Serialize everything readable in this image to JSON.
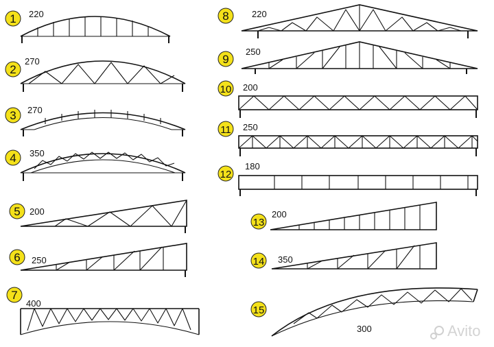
{
  "trusses": [
    {
      "num": "1",
      "span": "220"
    },
    {
      "num": "2",
      "span": "270"
    },
    {
      "num": "3",
      "span": "270"
    },
    {
      "num": "4",
      "span": "350"
    },
    {
      "num": "5",
      "span": "200"
    },
    {
      "num": "6",
      "span": "250"
    },
    {
      "num": "7",
      "span": "400"
    },
    {
      "num": "8",
      "span": "220"
    },
    {
      "num": "9",
      "span": "250"
    },
    {
      "num": "10",
      "span": "200"
    },
    {
      "num": "11",
      "span": "250"
    },
    {
      "num": "12",
      "span": "180"
    },
    {
      "num": "13",
      "span": "200"
    },
    {
      "num": "14",
      "span": "350"
    },
    {
      "num": "15",
      "span": "300"
    }
  ],
  "watermark": "Avito",
  "colors": {
    "badge": "#f4e11a",
    "line": "#111111"
  }
}
